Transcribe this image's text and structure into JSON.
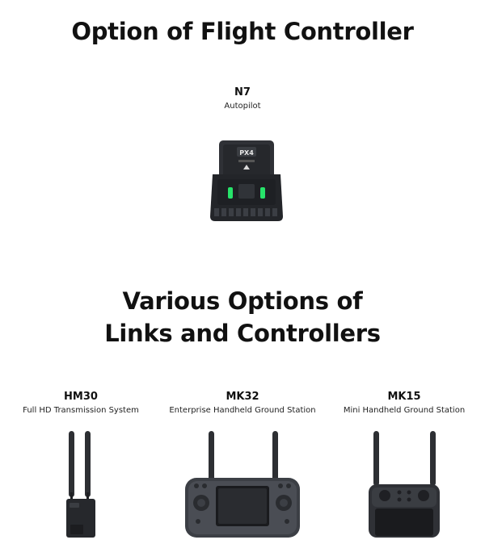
{
  "section1": {
    "title": "Option of Flight Controller",
    "product": {
      "name": "N7",
      "description": "Autopilot",
      "logo_text": "PX4"
    }
  },
  "section2": {
    "title_line1": "Various Options of",
    "title_line2": "Links and Controllers",
    "products": [
      {
        "name": "HM30",
        "description": "Full HD Transmission System"
      },
      {
        "name": "MK32",
        "description": "Enterprise Handheld Ground Station"
      },
      {
        "name": "MK15",
        "description": "Mini Handheld Ground Station"
      }
    ]
  },
  "colors": {
    "device_dark": "#2b2d31",
    "led_green": "#27e36a",
    "text": "#111111"
  }
}
